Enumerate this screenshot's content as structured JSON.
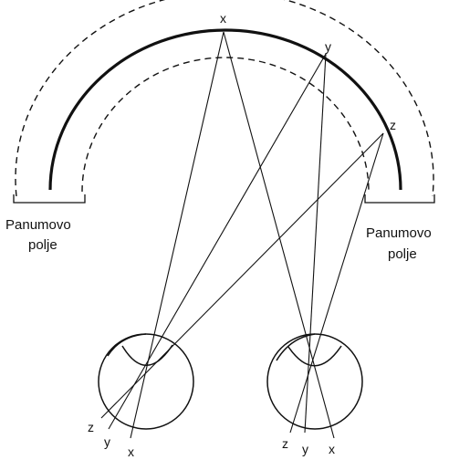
{
  "labels": {
    "panum_left": [
      "Panumovo",
      "polje"
    ],
    "panum_right": [
      "Panumovo",
      "polje"
    ]
  },
  "points": {
    "top_x": "x",
    "top_y": "y",
    "top_z": "z"
  },
  "left_retina": {
    "z": "z",
    "y": "y",
    "x": "x"
  },
  "right_retina": {
    "z": "z",
    "y": "y",
    "x": "x"
  }
}
